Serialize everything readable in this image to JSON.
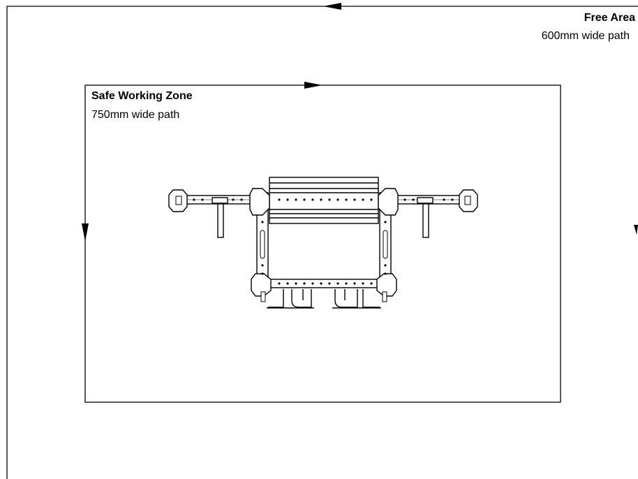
{
  "free_area": {
    "title": "Free Area",
    "subtitle": "600mm wide path"
  },
  "safe_zone": {
    "title": "Safe Working Zone",
    "subtitle": "750mm wide path"
  },
  "colors": {
    "line": "#000000",
    "background": "#ffffff"
  }
}
